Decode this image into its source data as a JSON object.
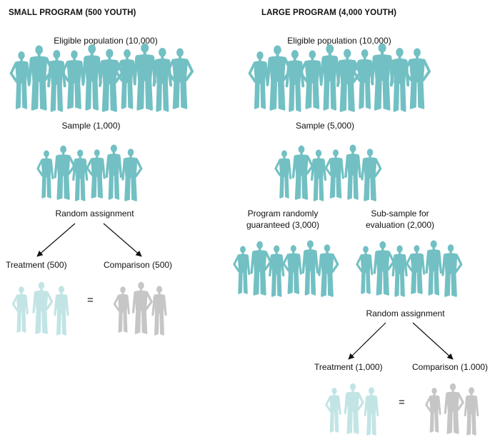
{
  "colors": {
    "teal": "#72c0c3",
    "light_teal": "#c2e4e5",
    "gray": "#c6c6c6",
    "arrow": "#111111"
  },
  "small_program": {
    "title": "SMALL PROGRAM (500 YOUTH)",
    "eligible": "Eligible population (10,000)",
    "sample": "Sample (1,000)",
    "random_assignment": "Random assignment",
    "treatment": "Treatment (500)",
    "comparison": "Comparison (500)",
    "equals": "="
  },
  "large_program": {
    "title": "LARGE PROGRAM (4,000 YOUTH)",
    "eligible": "Eligible population (10,000)",
    "sample": "Sample (5,000)",
    "guaranteed_line1": "Program randomly",
    "guaranteed_line2": "guaranteed (3,000)",
    "subsample_line1": "Sub-sample for",
    "subsample_line2": "evaluation (2,000)",
    "random_assignment": "Random assignment",
    "treatment": "Treatment (1,000)",
    "comparison": "Comparison (1.000)",
    "equals": "="
  }
}
